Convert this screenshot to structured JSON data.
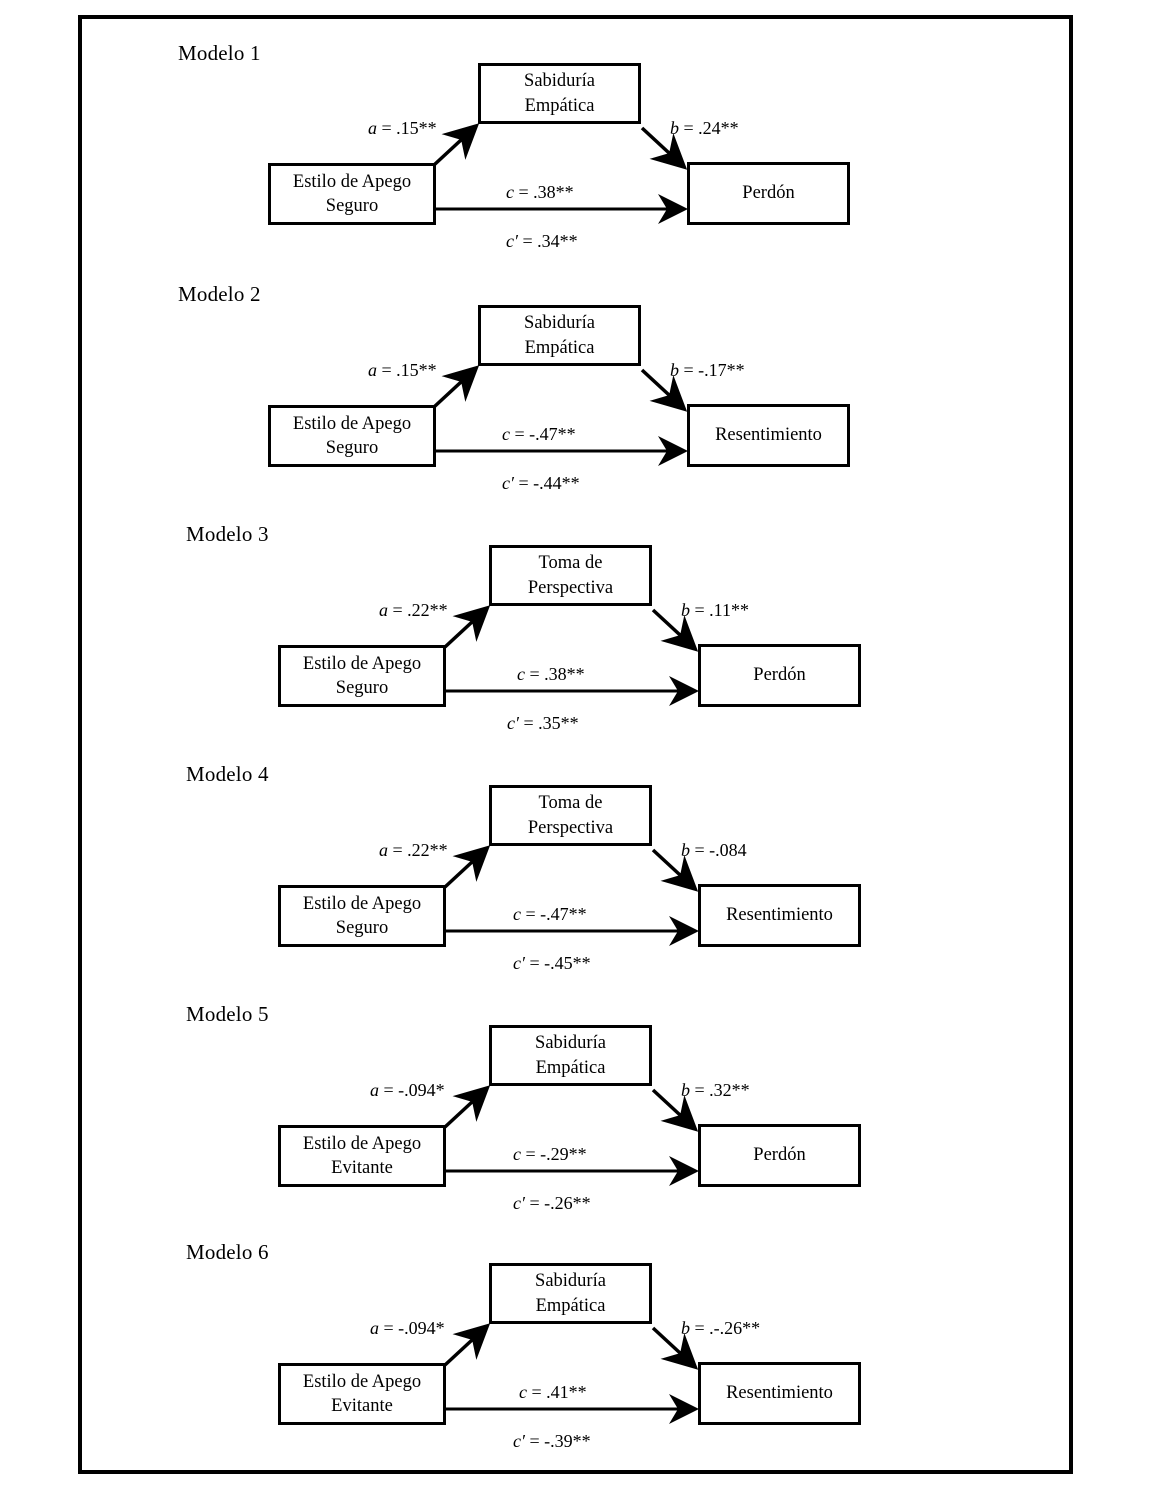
{
  "figure": {
    "type": "diagram",
    "diagram_kind": "mediation-path-models",
    "frame_border_color": "#000000",
    "box_border_color": "#000000",
    "arrow_color": "#000000",
    "background_color": "#ffffff"
  },
  "models": [
    {
      "title": "Modelo 1",
      "predictor": {
        "line1": "Estilo de Apego",
        "line2": "Seguro"
      },
      "mediator": {
        "line1": "Sabiduría",
        "line2": "Empática"
      },
      "outcome": {
        "line1": "Perdón",
        "line2": ""
      },
      "paths": {
        "a": "a = .15**",
        "b": "b = .24**",
        "c": "c = .38**",
        "cprime": "c′ = .34**"
      }
    },
    {
      "title": "Modelo 2",
      "predictor": {
        "line1": "Estilo de Apego",
        "line2": "Seguro"
      },
      "mediator": {
        "line1": "Sabiduría",
        "line2": "Empática"
      },
      "outcome": {
        "line1": "Resentimiento",
        "line2": ""
      },
      "paths": {
        "a": "a = .15**",
        "b": "b = -.17**",
        "c": "c = -.47**",
        "cprime": "c′ = -.44**"
      }
    },
    {
      "title": "Modelo 3",
      "predictor": {
        "line1": "Estilo de Apego",
        "line2": "Seguro"
      },
      "mediator": {
        "line1": "Toma de",
        "line2": "Perspectiva"
      },
      "outcome": {
        "line1": "Perdón",
        "line2": ""
      },
      "paths": {
        "a": "a = .22**",
        "b": "b = .11**",
        "c": "c = .38**",
        "cprime": "c′ = .35**"
      }
    },
    {
      "title": "Modelo 4",
      "predictor": {
        "line1": "Estilo de Apego",
        "line2": "Seguro"
      },
      "mediator": {
        "line1": "Toma de",
        "line2": "Perspectiva"
      },
      "outcome": {
        "line1": "Resentimiento",
        "line2": ""
      },
      "paths": {
        "a": "a = .22**",
        "b": "b = -.084",
        "c": "c = -.47**",
        "cprime": "c′ = -.45**"
      }
    },
    {
      "title": "Modelo 5",
      "predictor": {
        "line1": "Estilo de Apego",
        "line2": "Evitante"
      },
      "mediator": {
        "line1": "Sabiduría",
        "line2": "Empática"
      },
      "outcome": {
        "line1": "Perdón",
        "line2": ""
      },
      "paths": {
        "a": "a = -.094*",
        "b": "b = .32**",
        "c": "c = -.29**",
        "cprime": "c′ = -.26**"
      }
    },
    {
      "title": "Modelo 6",
      "predictor": {
        "line1": "Estilo de Apego",
        "line2": "Evitante"
      },
      "mediator": {
        "line1": "Sabiduría",
        "line2": "Empática"
      },
      "outcome": {
        "line1": "Resentimiento",
        "line2": ""
      },
      "paths": {
        "a": "a = -.094*",
        "b": "b = .-.26**",
        "c": "c = .41**",
        "cprime": "c′ = -.39**"
      }
    }
  ]
}
